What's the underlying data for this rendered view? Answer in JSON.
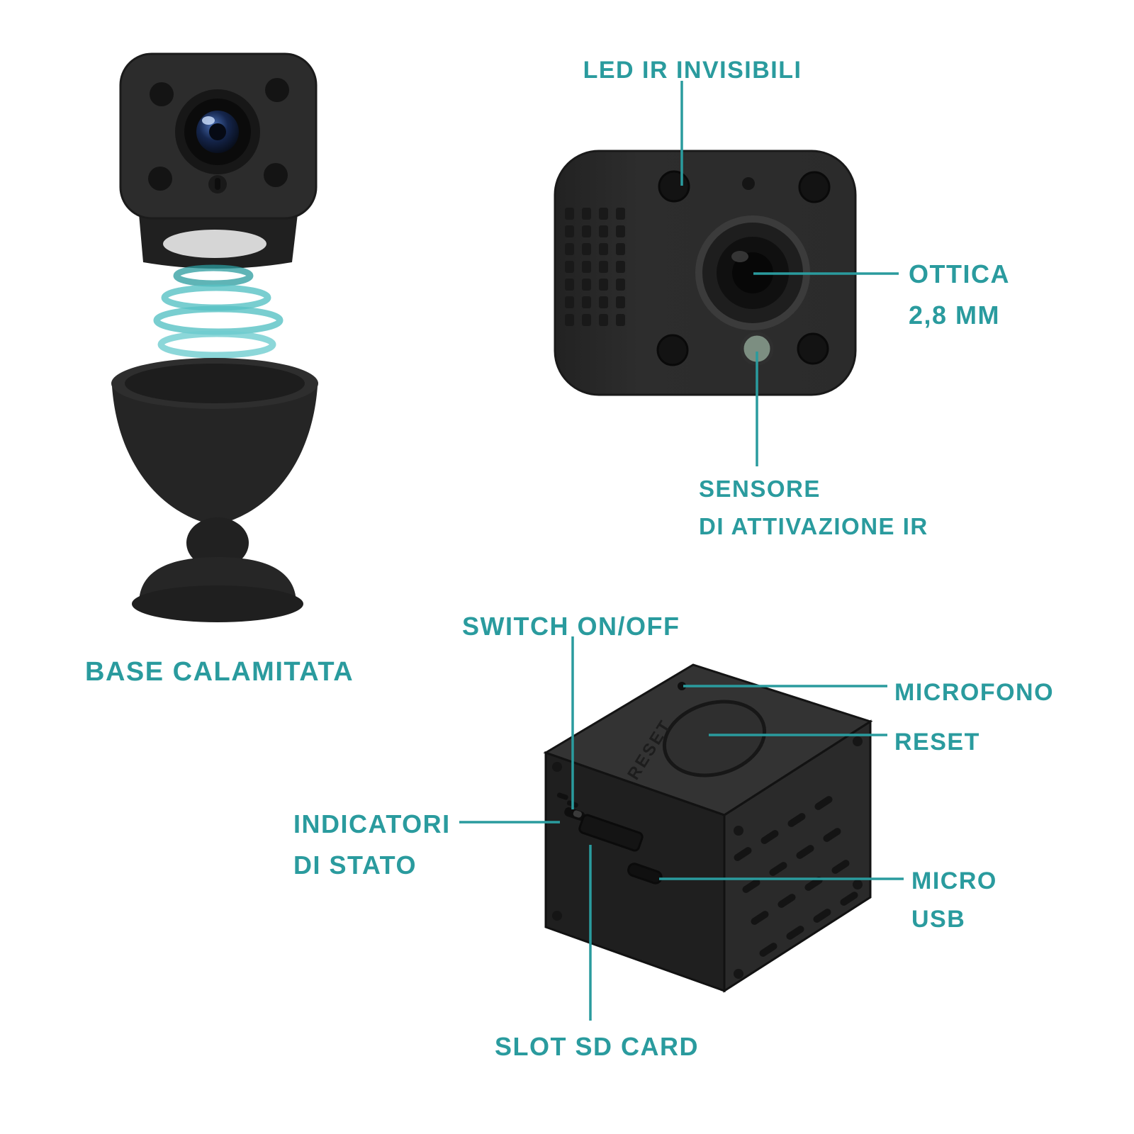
{
  "colors": {
    "accent": "#2a9b9e",
    "device_dark": "#262626",
    "background": "#ffffff"
  },
  "annotations": {
    "led_ir": "LED IR INVISIBILI",
    "ottica": [
      "OTTICA",
      "2,8 MM"
    ],
    "sensore": [
      "SENSORE",
      "DI ATTIVAZIONE IR"
    ],
    "base": "BASE CALAMITATA",
    "switch": "SWITCH ON/OFF",
    "microfono": "MICROFONO",
    "reset": "RESET",
    "indicatori": [
      "INDICATORI",
      "DI STATO"
    ],
    "micro_usb": [
      "MICRO",
      "USB"
    ],
    "slot_sd": "SLOT SD CARD"
  },
  "device_text": {
    "reset_engraving": "RESET"
  },
  "figures": {
    "camera_with_base": "camera-above-magnetic-base-illustration",
    "camera_front": "camera-front-view-illustration",
    "camera_back": "camera-back-view-illustration"
  }
}
